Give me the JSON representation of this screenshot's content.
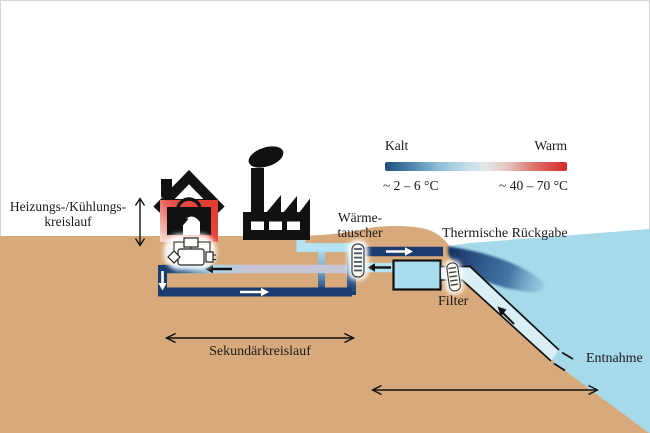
{
  "diagram": {
    "labels": {
      "heating_cooling_circuit_line1": "Heizungs-/Kühlungs-",
      "heating_cooling_circuit_line2": "kreislauf",
      "heat_exchanger_line1": "Wärme-",
      "heat_exchanger_line2": "tauscher",
      "thermal_return": "Thermische Rückgabe",
      "filter": "Filter",
      "intake": "Entnahme",
      "secondary_circuit": "Sekundärkreislauf"
    },
    "legend": {
      "cold_label": "Kalt",
      "warm_label": "Warm",
      "cold_temp_range": "~ 2 – 6 °C",
      "warm_temp_range": "~ 40 – 70 °C",
      "gradient_stops": [
        "#1f4e7c",
        "#8fc0d8",
        "#e2e7e9",
        "#e5c4bd",
        "#d42a28"
      ]
    },
    "colors": {
      "ground": "#d8aa7b",
      "water": "#a6d9e9",
      "cold_pipe": "#1b3c6e",
      "cool_pipe": "#b4e4f4",
      "neutral_pipe": "#c6c6d8",
      "hot_loop": "#e23c34",
      "text": "#1a1a1a"
    },
    "icons": {
      "house": "house-icon",
      "factory": "factory-icon",
      "heat_pump": "heat-pump-icon",
      "heat_exchanger_coil": "heat-exchanger-coil-icon",
      "filter_coil": "filter-coil-icon",
      "circulation_arrow": "circulation-arrow-icon"
    }
  }
}
